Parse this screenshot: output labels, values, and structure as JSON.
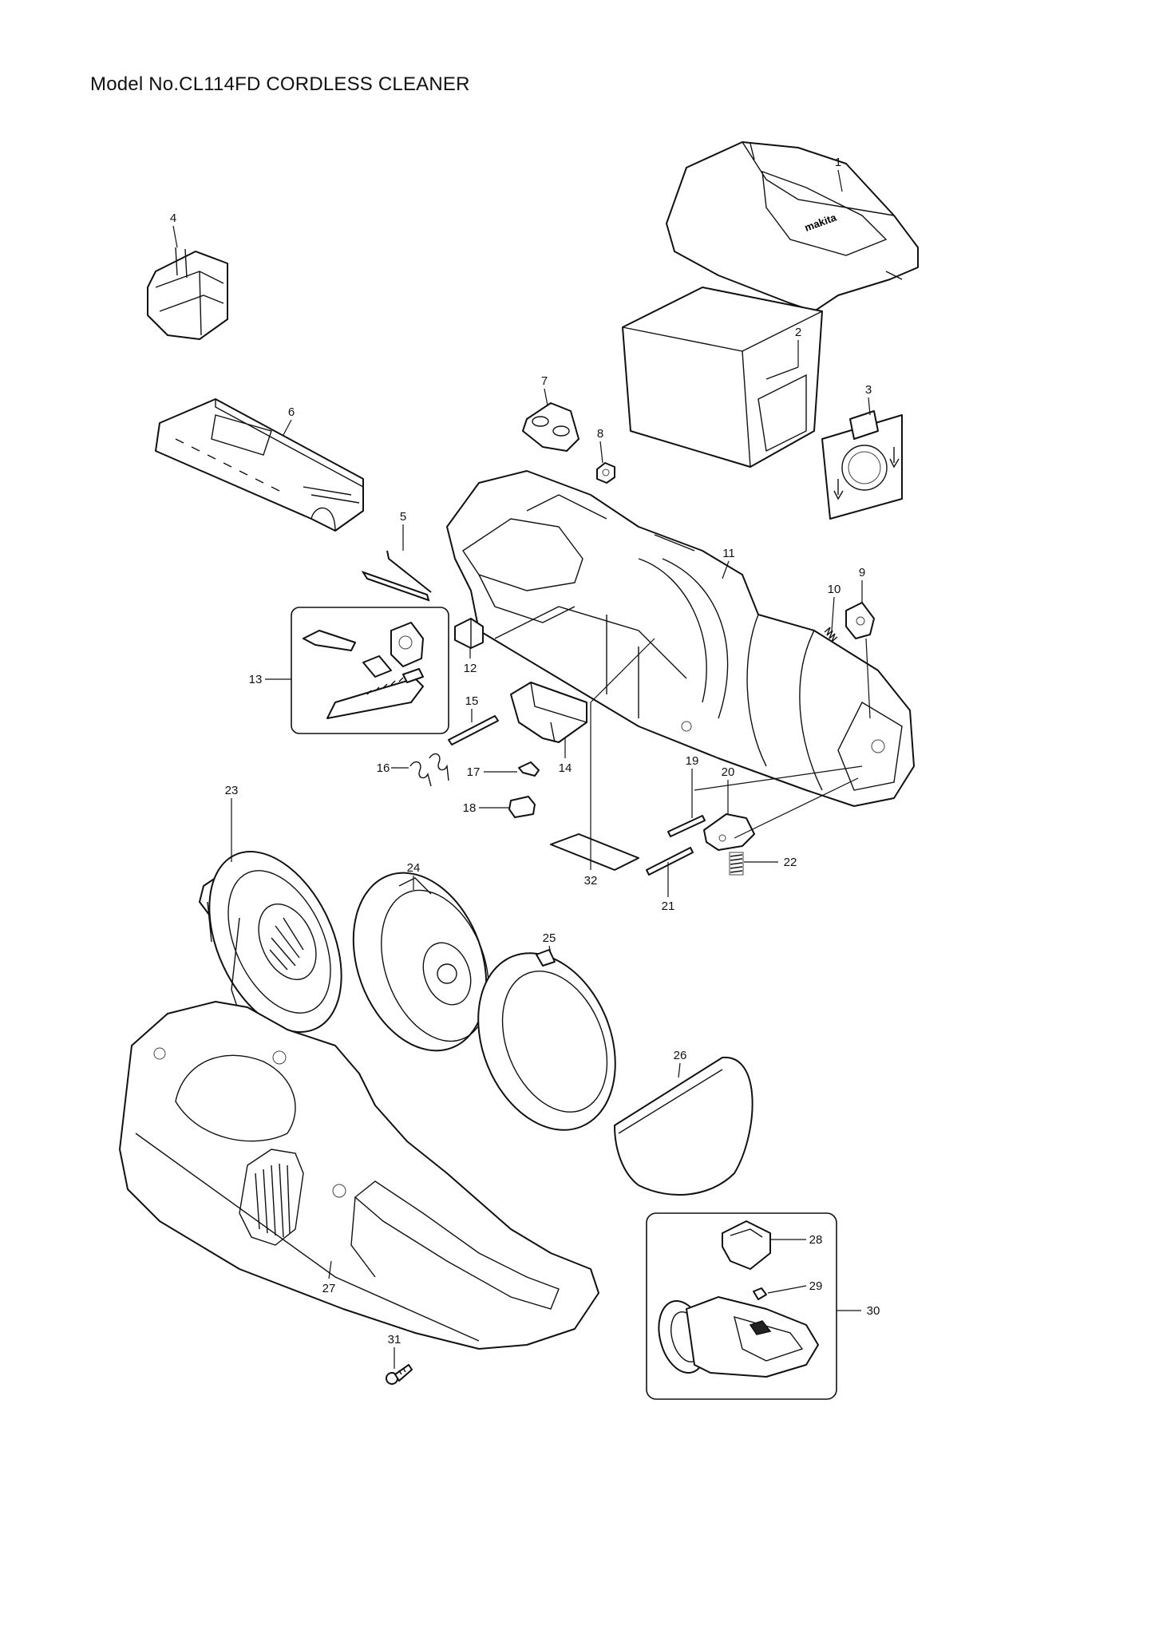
{
  "title": "Model No.CL114FD CORDLESS CLEANER",
  "brand_text": "makita",
  "parts": [
    {
      "no": "1"
    },
    {
      "no": "2"
    },
    {
      "no": "3"
    },
    {
      "no": "4"
    },
    {
      "no": "5"
    },
    {
      "no": "6"
    },
    {
      "no": "7"
    },
    {
      "no": "8"
    },
    {
      "no": "9"
    },
    {
      "no": "10"
    },
    {
      "no": "11"
    },
    {
      "no": "12"
    },
    {
      "no": "13"
    },
    {
      "no": "14"
    },
    {
      "no": "15"
    },
    {
      "no": "16"
    },
    {
      "no": "17"
    },
    {
      "no": "18"
    },
    {
      "no": "19"
    },
    {
      "no": "20"
    },
    {
      "no": "21"
    },
    {
      "no": "22"
    },
    {
      "no": "23"
    },
    {
      "no": "24"
    },
    {
      "no": "25"
    },
    {
      "no": "26"
    },
    {
      "no": "27"
    },
    {
      "no": "28"
    },
    {
      "no": "29"
    },
    {
      "no": "30"
    },
    {
      "no": "31"
    },
    {
      "no": "32"
    }
  ]
}
